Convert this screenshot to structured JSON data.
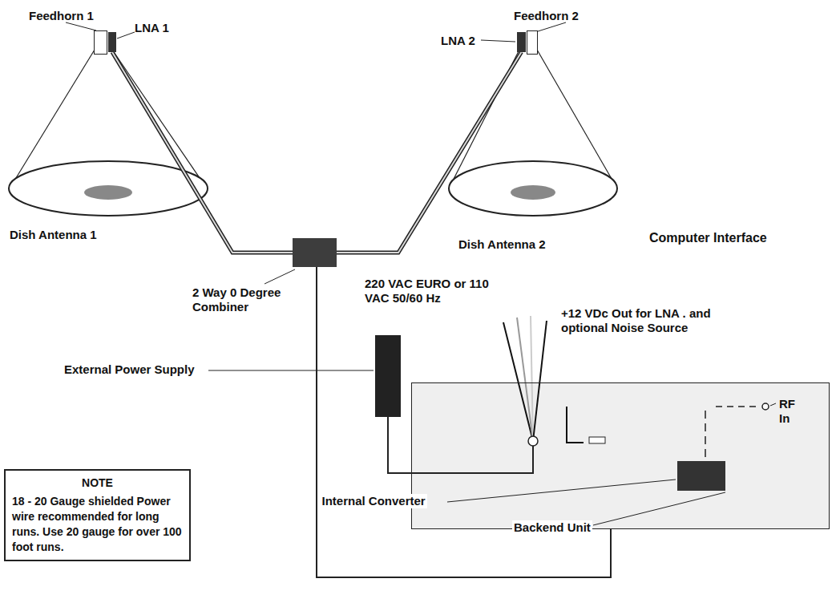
{
  "diagram": {
    "nodes": [
      {
        "text": [
          "NOTE",
          "18 - 20 Gauge shielded Power wire recommended for long runs. Use 20 gauge for over 100 foot runs."
        ]
      },
      {
        "text": [
          "Feedhorn 1"
        ]
      },
      {
        "text": [
          "LNA 1"
        ]
      },
      {
        "text": [
          "Feedhorn 2"
        ]
      },
      {
        "text": [
          "LNA 2"
        ]
      },
      {
        "text": [
          "2 Way 0 Degree Combiner"
        ]
      },
      {
        "text": [
          "External Power Supply"
        ]
      },
      {
        "text": [
          "Backend Unit"
        ]
      },
      {
        "text": [
          "Internal Converter"
        ],
        "in": 7
      }
    ],
    "edges": [
      {
        "from": 2,
        "to": 5,
        "arrow": "none"
      },
      {
        "from": 4,
        "to": 5,
        "arrow": "none"
      },
      {
        "from": 5,
        "to": 7,
        "arrow": "none"
      },
      {
        "from": 6,
        "to": 7,
        "arrow": "none"
      }
    ],
    "labels": [
      "Dish Antenna 1",
      "Dish Antenna 2",
      "Computer Interface",
      "220 VAC EURO or 110 VAC 50/60 Hz",
      "+12 VDc Out for LNA . and optional Noise Source",
      "RF In"
    ]
  }
}
